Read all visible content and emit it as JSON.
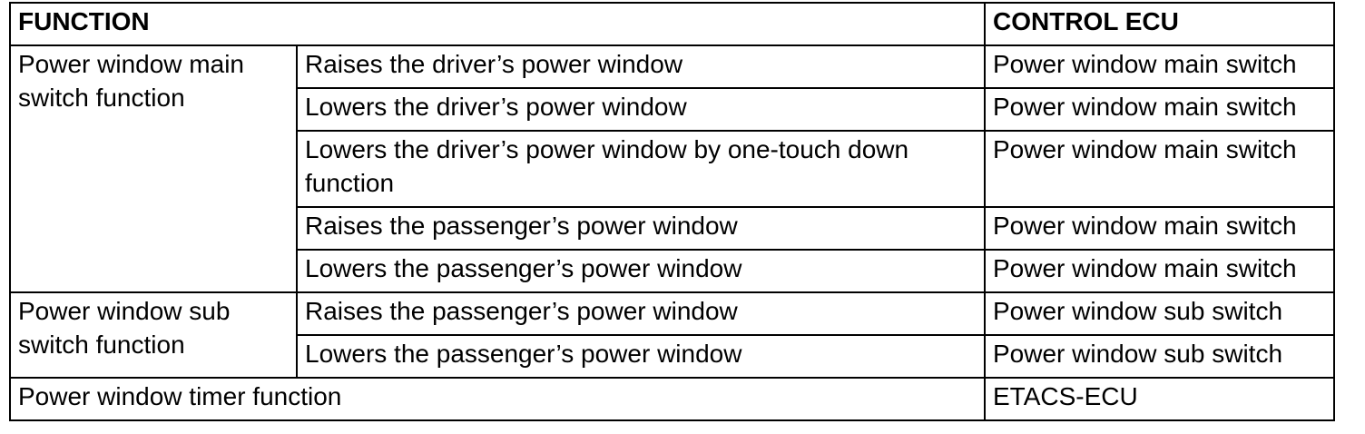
{
  "table": {
    "headers": {
      "function": "FUNCTION",
      "control_ecu": "CONTROL ECU"
    },
    "groups": [
      {
        "function": "Power window main switch function",
        "rows": [
          {
            "description": "Raises the driver’s power window",
            "ecu": "Power window main switch"
          },
          {
            "description": "Lowers the driver’s power window",
            "ecu": "Power window main switch"
          },
          {
            "description": "Lowers the driver’s power window by one-touch down function",
            "ecu": "Power window main switch"
          },
          {
            "description": "Raises the passenger’s power window",
            "ecu": "Power window main switch"
          },
          {
            "description": "Lowers the passenger’s power window",
            "ecu": "Power window main switch"
          }
        ]
      },
      {
        "function": "Power window sub switch function",
        "rows": [
          {
            "description": "Raises the passenger’s power window",
            "ecu": "Power window sub switch"
          },
          {
            "description": "Lowers the passenger’s power window",
            "ecu": "Power window sub switch"
          }
        ]
      }
    ],
    "timer": {
      "function": "Power window timer function",
      "ecu": "ETACS-ECU"
    }
  }
}
